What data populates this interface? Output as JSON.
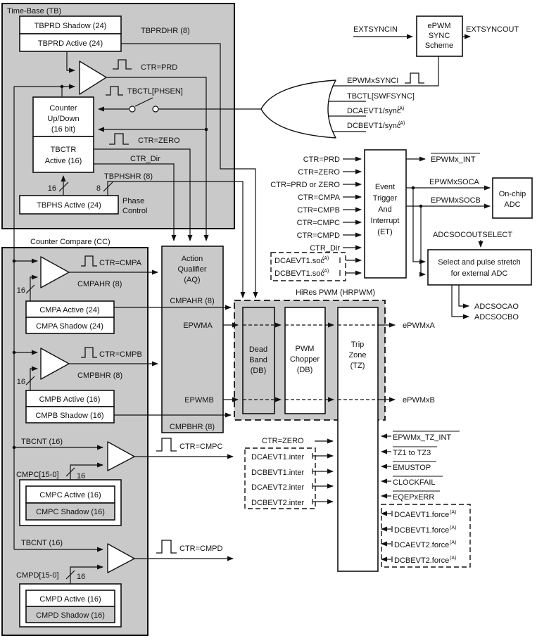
{
  "colors": {
    "block_grey": "#c9c9c9",
    "line": "#111111",
    "box_white": "#ffffff"
  },
  "notes": {
    "a": "(A)"
  },
  "tb": {
    "title": "Time-Base (TB)",
    "tbprd_shadow": "TBPRD Shadow (24)",
    "tbprd_active": "TBPRD Active (24)",
    "tbprdhr": "TBPRDHR (8)",
    "ctr_prd": "CTR=PRD",
    "tbctl_phsen": "TBCTL[PHSEN]",
    "counter": [
      "Counter",
      "Up/Down",
      "(16 bit)"
    ],
    "tbctr": [
      "TBCTR",
      "Active (16)"
    ],
    "ctr_zero": "CTR=ZERO",
    "ctr_dir": "CTR_Dir",
    "tbphshr": "TBPHSHR (8)",
    "bus16": "16",
    "bus8": "8",
    "tbphs_active": "TBPHS Active (24)",
    "phase": [
      "Phase",
      "Control"
    ]
  },
  "sync": {
    "extsyncin": "EXTSYNCIN",
    "box": [
      "ePWM",
      "SYNC",
      "Scheme"
    ],
    "extsyncout": "EXTSYNCOUT",
    "epwmxsynci": "EPWMxSYNCI",
    "swfsync": "TBCTL[SWFSYNC]",
    "dcaevt1_sync": "DCAEVT1/sync",
    "dcbevt1_sync": "DCBEVT1/sync"
  },
  "cc": {
    "title": "Counter Compare (CC)",
    "ctr_cmpa": "CTR=CMPA",
    "cmpahr": "CMPAHR (8)",
    "bus16": "16",
    "cmpa_active": "CMPA Active (24)",
    "cmpa_shadow": "CMPA Shadow (24)",
    "ctr_cmpb": "CTR=CMPB",
    "cmpbhr": "CMPBHR (8)",
    "cmpb_active": "CMPB Active (16)",
    "cmpb_shadow": "CMPB Shadow (16)",
    "tbcnt": "TBCNT (16)",
    "cmpc_bus": "CMPC[15-0]",
    "ctr_cmpc": "CTR=CMPC",
    "cmpc_active": "CMPC Active (16)",
    "cmpc_shadow": "CMPC Shadow (16)",
    "cmpd_bus": "CMPD[15-0]",
    "ctr_cmpd": "CTR=CMPD",
    "cmpd_active": "CMPD Active (16)",
    "cmpd_shadow": "CMPD Shadow (16)"
  },
  "aq": {
    "box": [
      "Action",
      "Qualifier",
      "(AQ)"
    ],
    "cmpahr": "CMPAHR (8)",
    "epwma": "EPWMA",
    "epwmb": "EPWMB",
    "cmpbhr": "CMPBHR (8)"
  },
  "hrpwm": {
    "title": "HiRes PWM (HRPWM)",
    "db": [
      "Dead",
      "Band",
      "(DB)"
    ],
    "pc": [
      "PWM",
      "Chopper",
      "(DB)"
    ],
    "tz": [
      "Trip",
      "Zone",
      "(TZ)"
    ],
    "out_a": "ePWMxA",
    "out_b": "ePWMxB"
  },
  "et": {
    "box": [
      "Event",
      "Trigger",
      "And",
      "Interrupt",
      "(ET)"
    ],
    "in_ctr_prd": "CTR=PRD",
    "in_ctr_zero": "CTR=ZERO",
    "in_ctr_prd_zero": "CTR=PRD or ZERO",
    "in_ctr_cmpa": "CTR=CMPA",
    "in_ctr_cmpb": "CTR=CMPB",
    "in_ctr_cmpc": "CTR=CMPC",
    "in_ctr_cmpd": "CTR=CMPD",
    "in_ctr_dir": "CTR_Dir",
    "in_dcaevt1_soc": "DCAEVT1.soc",
    "in_dcbevt1_soc": "DCBEVT1.soc",
    "out_int": "EPWMx_INT",
    "out_soca": "EPWMxSOCA",
    "out_socb": "EPWMxSOCB"
  },
  "adc": {
    "onchip": [
      "On-chip",
      "ADC"
    ],
    "adcsocoutselect": "ADCSOCOUTSELECT",
    "select": [
      "Select and pulse stretch",
      "for external ADC"
    ],
    "adcsocao": "ADCSOCAO",
    "adcsocbo": "ADCSOCBO"
  },
  "tz": {
    "ctr_zero": "CTR=ZERO",
    "inter": [
      "DCAEVT1.inter",
      "DCBEVT1.inter",
      "DCAEVT2.inter",
      "DCBEVT2.inter"
    ],
    "tz_int": "EPWMx_TZ_INT",
    "tz1to3": "TZ1 to TZ3",
    "emustop": "EMUSTOP",
    "clockfail": "CLOCKFAIL",
    "eqepxerr": "EQEPxERR",
    "force": [
      "DCAEVT1.force",
      "DCBEVT1.force",
      "DCAEVT2.force",
      "DCBEVT2.force"
    ]
  }
}
